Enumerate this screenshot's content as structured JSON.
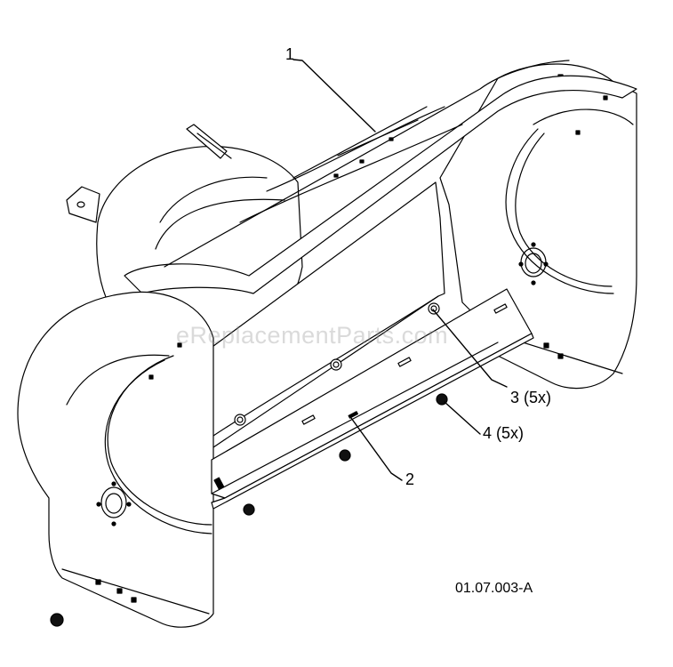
{
  "callouts": {
    "part1": "1",
    "part2": "2",
    "part3": "3 (5x)",
    "part4": "4 (5x)"
  },
  "watermark": "eReplacementParts.com",
  "drawing_id": "01.07.003-A",
  "colors": {
    "line": "#000000",
    "fill": "#ffffff",
    "nut": "#111111"
  }
}
